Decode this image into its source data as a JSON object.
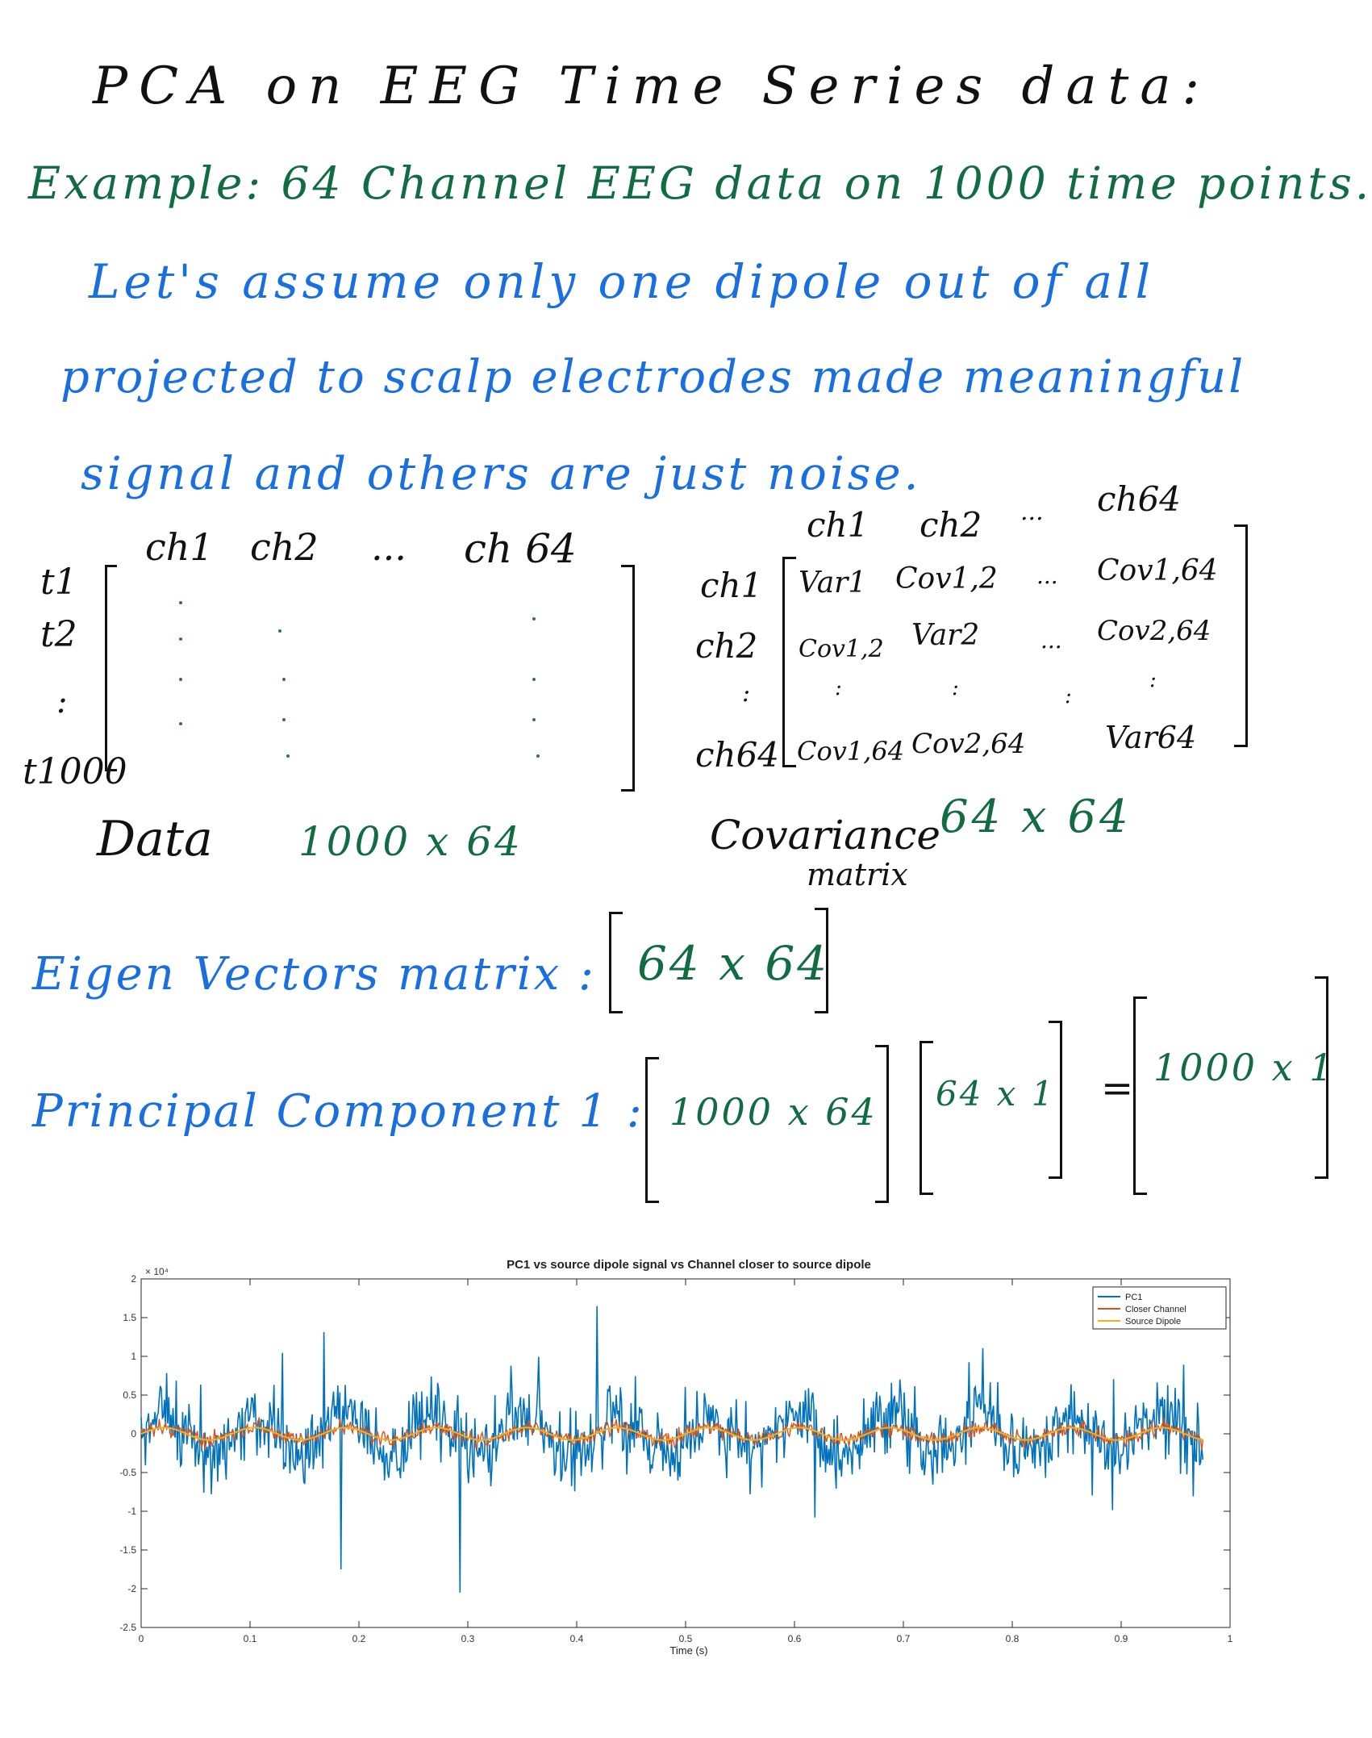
{
  "notes": {
    "title": "PCA on EEG Time Series data:",
    "example": "Example: 64 Channel EEG data on 1000 time points.",
    "assume_line1": "Let's assume only one dipole out of all",
    "assume_line2": "projected to scalp electrodes made meaningful",
    "assume_line3": "signal and others are just noise.",
    "data_matrix": {
      "col_headers": [
        "ch1",
        "ch2",
        "...",
        "ch 64"
      ],
      "row_labels": [
        "t1",
        "t2",
        ":",
        "t1000"
      ],
      "label": "Data",
      "dims": "1000 x 64"
    },
    "cov_matrix": {
      "col_headers": [
        "ch1",
        "ch2",
        "...",
        "ch64"
      ],
      "row_labels": [
        "ch1",
        "ch2",
        ":",
        "ch64"
      ],
      "cells": [
        [
          "Var1",
          "Cov1,2",
          "...",
          "Cov1,64"
        ],
        [
          "Cov1,2",
          "Var2",
          "...",
          "Cov2,64"
        ],
        [
          ":",
          ":",
          ":",
          ":"
        ],
        [
          "Cov1,64",
          "Cov2,64",
          "",
          "Var64"
        ]
      ],
      "label_line1": "Covariance",
      "label_line2": "matrix",
      "dims": "64 x 64"
    },
    "eigen": {
      "label": "Eigen Vectors matrix :",
      "dims": "64 x 64"
    },
    "pc1": {
      "label": "Principal Component 1 :",
      "m1": "1000 x 64",
      "m2": "64 x 1",
      "eq": "=",
      "result": "1000 x 1"
    }
  },
  "chart_data": {
    "type": "line",
    "title": "PC1 vs source dipole signal vs Channel closer to source dipole",
    "xlabel": "Time (s)",
    "ylabel": "",
    "y_multiplier": "× 10⁴",
    "xlim": [
      0,
      1
    ],
    "ylim": [
      -2.5,
      2
    ],
    "xticks": [
      "0",
      "0.1",
      "0.2",
      "0.3",
      "0.4",
      "0.5",
      "0.6",
      "0.7",
      "0.8",
      "0.9",
      "1"
    ],
    "yticks": [
      "2",
      "1.5",
      "1",
      "0.5",
      "0",
      "-0.5",
      "-1",
      "-1.5",
      "-2",
      "-2.5"
    ],
    "legend_position": "top-right",
    "series": [
      {
        "name": "PC1",
        "color": "#0072bd",
        "x_range": [
          0,
          0.975
        ],
        "amplitude_range": [
          -2.05,
          1.65
        ],
        "extremes": [
          {
            "x": 0.293,
            "y": -2.05
          },
          {
            "x": 0.419,
            "y": 1.65
          },
          {
            "x": 0.183,
            "y": -1.75
          }
        ]
      },
      {
        "name": "Closer Channel",
        "color": "#d95319",
        "x_range": [
          0,
          0.975
        ],
        "amplitude_range": [
          -0.25,
          0.25
        ]
      },
      {
        "name": "Source Dipole",
        "color": "#edb120",
        "x_range": [
          0,
          0.975
        ],
        "amplitude_range": [
          -0.1,
          0.1
        ],
        "cycles": 12
      }
    ]
  }
}
